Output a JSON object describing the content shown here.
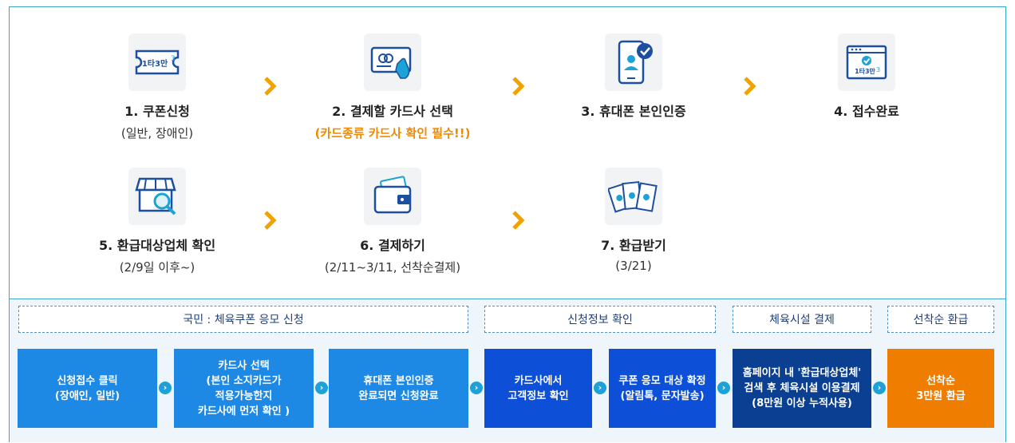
{
  "colors": {
    "border": "#3aa6c8",
    "accent_orange": "#f08a00",
    "box_blue": "#1e88e5",
    "box_deep_blue": "#0d4fd6",
    "box_navy": "#0a3f91",
    "box_orange": "#ee7d00",
    "chevron": "#f0a300"
  },
  "steps": [
    {
      "title": "1. 쿠폰신청",
      "sub": "(일반, 장애인)",
      "icon": "coupon-ticket-icon",
      "ticket_text": "1타3만",
      "ticket_sup": "3"
    },
    {
      "title": "2. 결제할 카드사 선택",
      "sub": "(카드종류 카드사 확인 필수!!)",
      "icon": "credit-card-tap-icon"
    },
    {
      "title": "3. 휴대폰 본인인증",
      "sub": "",
      "icon": "phone-verify-icon"
    },
    {
      "title": "4. 접수완료",
      "sub": "",
      "icon": "browser-check-icon",
      "ticket_text": "1타3만",
      "ticket_sup": "3"
    },
    {
      "title": "5. 환급대상업체 확인",
      "sub": "(2/9일 이후~)",
      "icon": "store-search-icon"
    },
    {
      "title": "6. 결제하기",
      "sub": "(2/11~3/11, 선착순결제)",
      "icon": "wallet-icon"
    },
    {
      "title": "7. 환급받기",
      "sub": "(3/21)",
      "icon": "money-bills-icon"
    }
  ],
  "categories": [
    {
      "label": "국민 : 체육쿠폰 응모 신청"
    },
    {
      "label": "신청정보 확인"
    },
    {
      "label": "체육시설 결제"
    },
    {
      "label": "선착순 환급"
    }
  ],
  "process_boxes": [
    {
      "text": "신청접수 클릭\n(장애인, 일반)"
    },
    {
      "text": "카드사 선택\n(본인 소지카드가\n적용가능한지\n카드사에 먼저 확인 )"
    },
    {
      "text": "휴대폰 본인인증\n완료되면 신청완료"
    },
    {
      "text": "카드사에서\n고객정보 확인"
    },
    {
      "text": "쿠폰 응모 대상 확정\n(알림톡, 문자발송)"
    },
    {
      "text": "홈페이지 내 '환급대상업체'\n검색 후 체육시설 이용결제\n(8만원 이상 누적사용)"
    },
    {
      "text": "선착순\n3만원 환급"
    }
  ]
}
